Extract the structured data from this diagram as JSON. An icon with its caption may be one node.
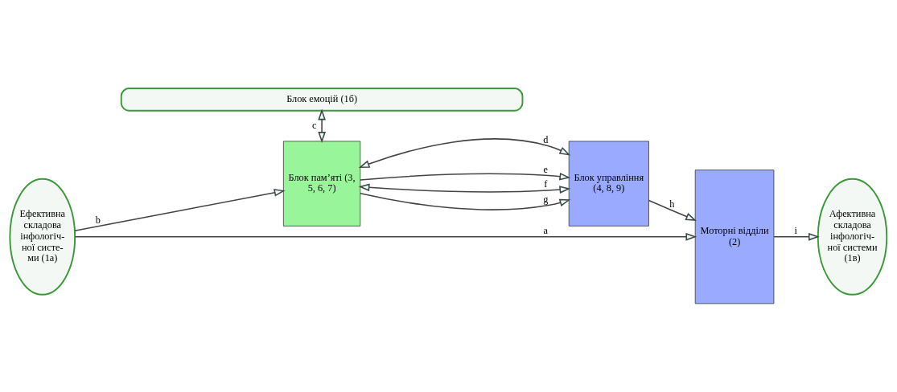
{
  "diagram": {
    "nodes": [
      {
        "text": [
          "Блок емоцій (1б)"
        ]
      },
      {
        "text": [
          "Ефективна складова інфологіч- ної систе- ми (1а)"
        ]
      },
      {
        "text": [
          "Афективна складова інфологіч- ної системи (1в)"
        ]
      },
      {
        "text": [
          "Блок пам’яті (3, 5, 6, 7)"
        ]
      },
      {
        "text": [
          "Блок управління (4, 8, 9)"
        ]
      },
      {
        "text": [
          "Моторні відділи (2)"
        ]
      }
    ],
    "edges": [
      {
        "from": 1,
        "to": 3,
        "label": "b",
        "arrow": "to"
      },
      {
        "from": 0,
        "to": 3,
        "label": "c",
        "arrow": "both"
      },
      {
        "from": 3,
        "to": 4,
        "label": "d",
        "arrow": "both"
      },
      {
        "from": 3,
        "to": 4,
        "label": "e",
        "arrow": "to"
      },
      {
        "from": 3,
        "to": 4,
        "label": "f",
        "arrow": "both"
      },
      {
        "from": 3,
        "to": 4,
        "label": "g",
        "arrow": "to"
      },
      {
        "from": 4,
        "to": 5,
        "label": "h",
        "arrow": "to"
      },
      {
        "from": 5,
        "to": 2,
        "label": "i",
        "arrow": "to"
      },
      {
        "from": 1,
        "to": 5,
        "label": "a",
        "arrow": "to"
      }
    ]
  }
}
